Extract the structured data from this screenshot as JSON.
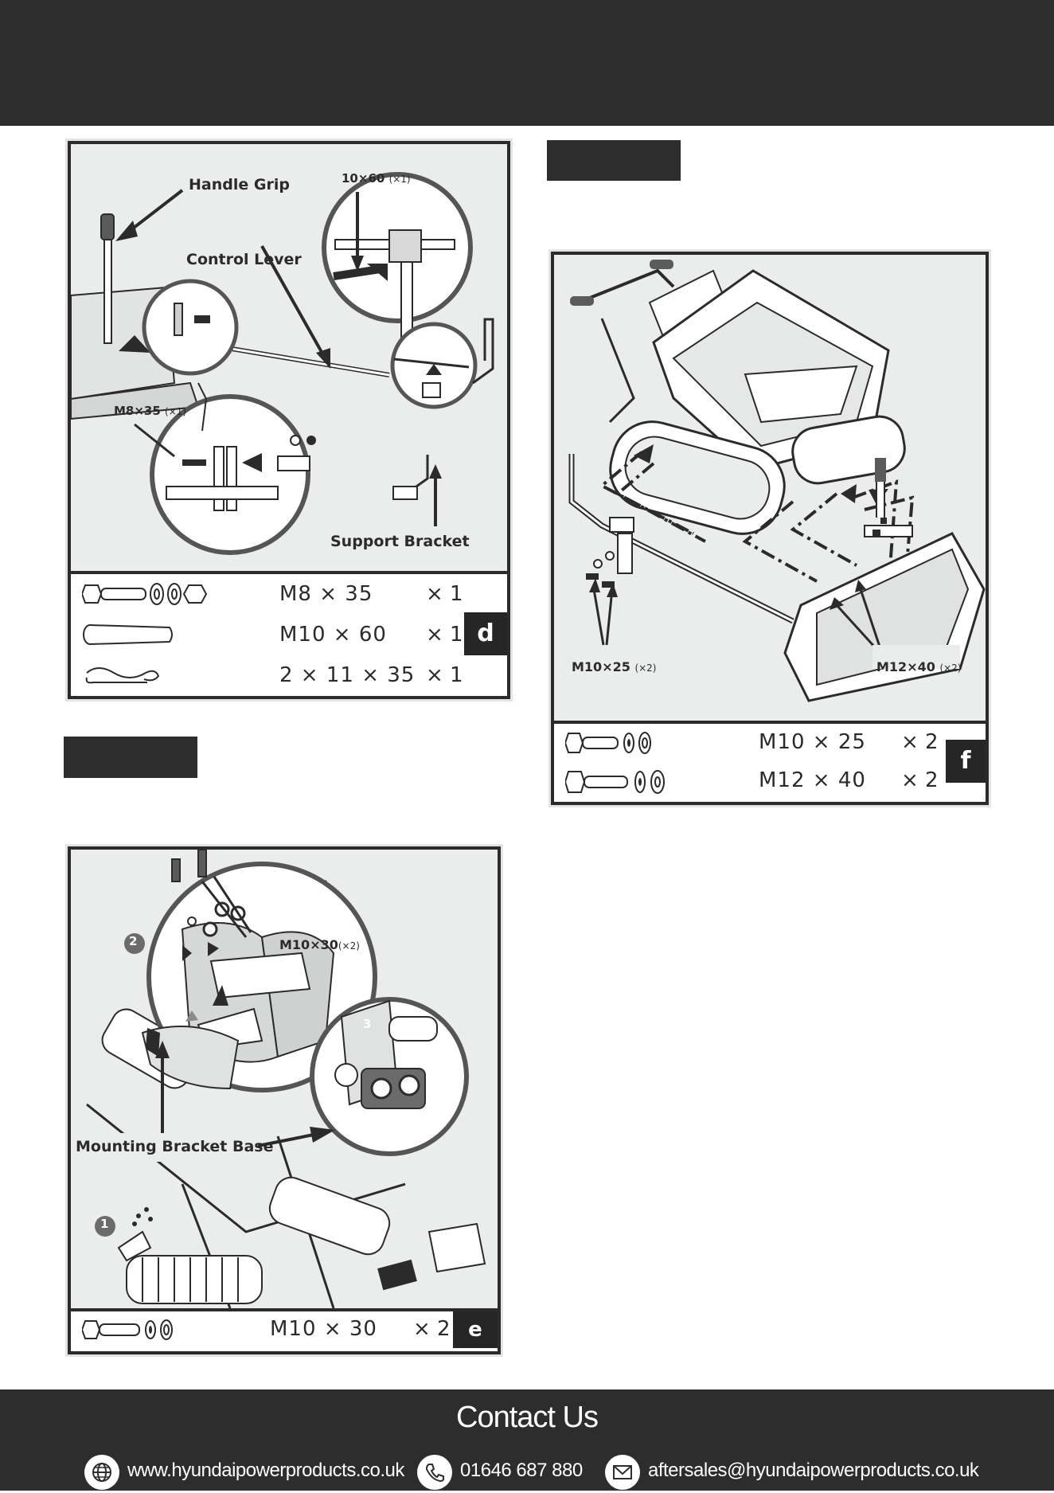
{
  "panel_d": {
    "letter": "d",
    "labels": {
      "handle_grip": "Handle Grip",
      "control_lever": "Control Lever",
      "support_bracket": "Support Bracket",
      "pin_size": "10×60",
      "pin_qty": "(×1)",
      "bolt_size": "M8×35",
      "bolt_qty": "(×1)"
    },
    "parts": [
      {
        "size": "M8 × 35",
        "qty": "× 1"
      },
      {
        "size": "M10 × 60",
        "qty": "× 1"
      },
      {
        "size": "2 × 11 × 35",
        "qty": "× 1"
      }
    ]
  },
  "panel_e": {
    "letter": "e",
    "labels": {
      "bolt_size": "M10×30",
      "bolt_qty": "(×2)",
      "mounting_bracket_base": "Mounting Bracket Base",
      "step1": "1",
      "step2": "2",
      "step3": "3"
    },
    "parts": [
      {
        "size": "M10 × 30",
        "qty": "× 2"
      }
    ]
  },
  "panel_f": {
    "letter": "f",
    "labels": {
      "left_bolt_size": "M10×25",
      "left_bolt_qty": "(×2)",
      "right_bolt_size": "M12×40",
      "right_bolt_qty": "(×2)"
    },
    "parts": [
      {
        "size": "M10 × 25",
        "qty": "× 2"
      },
      {
        "size": "M12 × 40",
        "qty": "× 2"
      }
    ]
  },
  "footer": {
    "title": "Contact Us",
    "website": "www.hyundaipowerproducts.co.uk",
    "phone": "01646 687 880",
    "email": "aftersales@hyundaipowerproducts.co.uk",
    "icons": [
      "globe-icon",
      "phone-icon",
      "mail-icon"
    ]
  },
  "colors": {
    "dark": "#2e2d2d",
    "panel_bg": "#ebedec",
    "line": "#2b2b2b"
  }
}
